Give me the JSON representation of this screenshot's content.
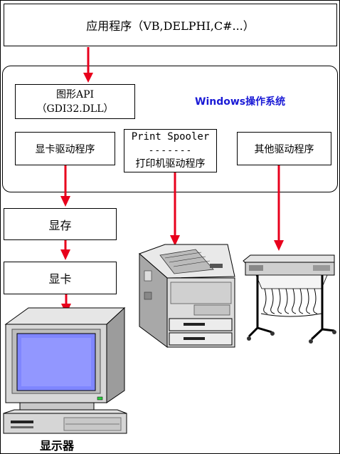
{
  "application": {
    "label": "应用程序（VB,DELPHI,C#...）"
  },
  "os": {
    "label": "Windows操作系统",
    "gdi": {
      "line1": "图形API",
      "line2": "（GDI32.DLL）"
    },
    "display_driver": "显卡驱动程序",
    "spooler": {
      "title": "Print Spooler",
      "divider": "-------",
      "driver": "打印机驱动程序"
    },
    "other_driver": "其他驱动程序"
  },
  "hardware": {
    "vram": "显存",
    "gpu": "显卡",
    "monitor": "显示器"
  },
  "colors": {
    "arrow": "#e8001c",
    "os_label": "#1a1ad6",
    "screen_blue": "#7f86ff"
  },
  "icons": [
    "monitor-icon",
    "laser-printer-icon",
    "plotter-icon"
  ]
}
